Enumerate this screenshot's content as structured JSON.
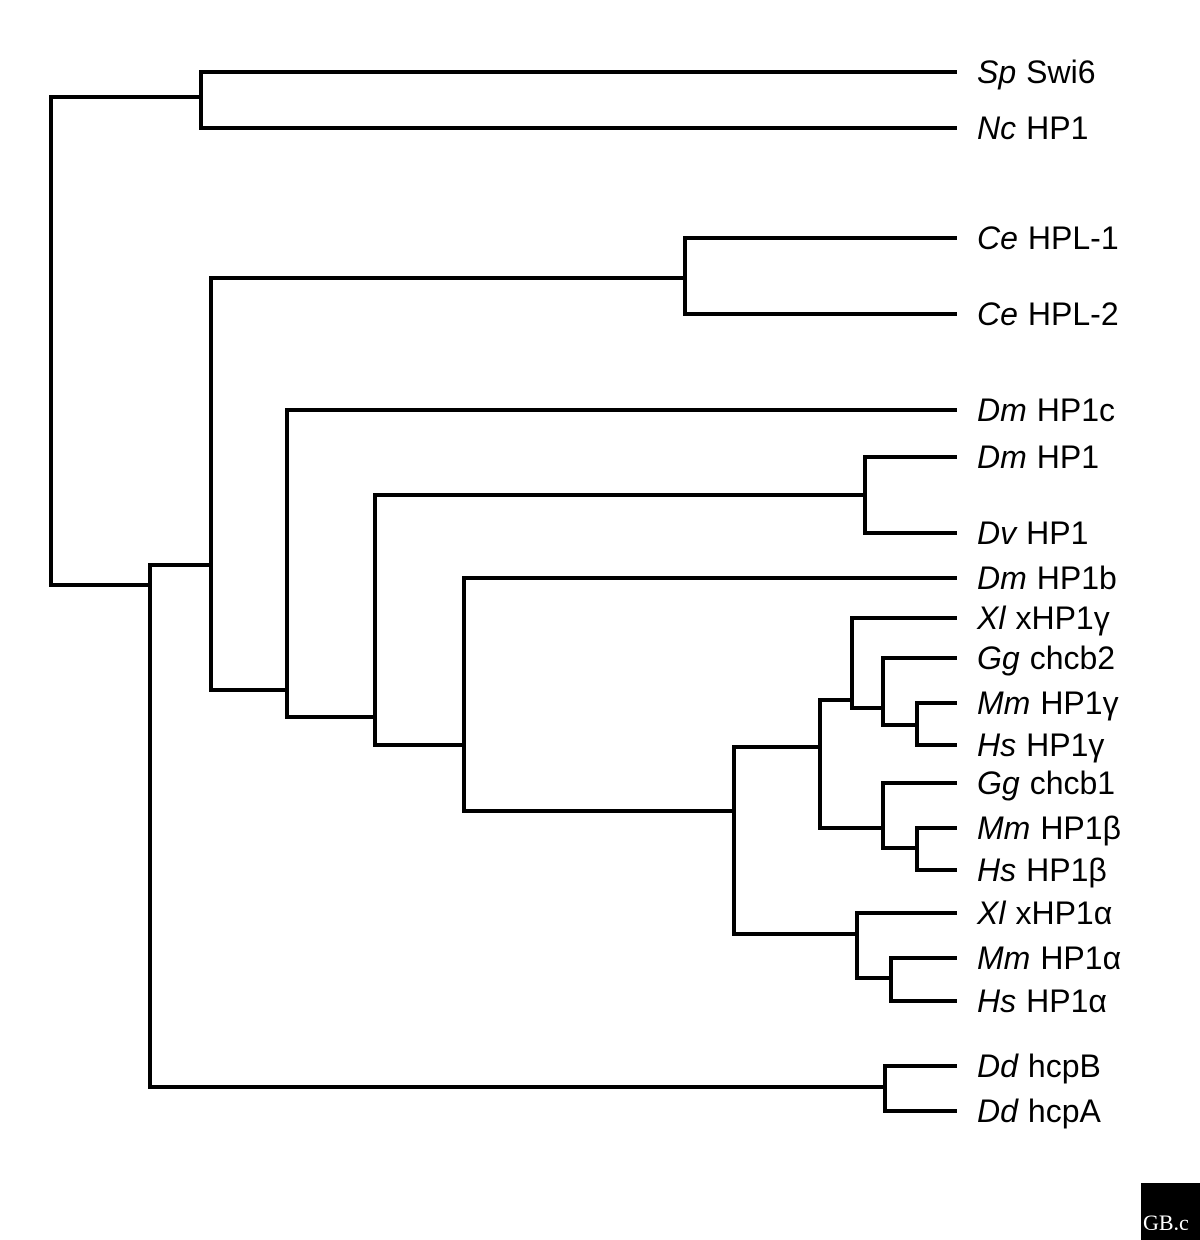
{
  "tree": {
    "leaves": [
      {
        "species": "Sp",
        "gene": "Swi6"
      },
      {
        "species": "Nc",
        "gene": "HP1"
      },
      {
        "species": "Ce",
        "gene": "HPL-1"
      },
      {
        "species": "Ce",
        "gene": "HPL-2"
      },
      {
        "species": "Dm",
        "gene": "HP1c"
      },
      {
        "species": "Dm",
        "gene": "HP1"
      },
      {
        "species": "Dv",
        "gene": "HP1"
      },
      {
        "species": "Dm",
        "gene": "HP1b"
      },
      {
        "species": "Xl",
        "gene": "xHP1γ"
      },
      {
        "species": "Gg",
        "gene": "chcb2"
      },
      {
        "species": "Mm",
        "gene": "HP1γ"
      },
      {
        "species": "Hs",
        "gene": "HP1γ"
      },
      {
        "species": "Gg",
        "gene": "chcb1"
      },
      {
        "species": "Mm",
        "gene": "HP1β"
      },
      {
        "species": "Hs",
        "gene": "HP1β"
      },
      {
        "species": "Xl",
        "gene": "xHP1α"
      },
      {
        "species": "Mm",
        "gene": "HP1α"
      },
      {
        "species": "Hs",
        "gene": "HP1α"
      },
      {
        "species": "Dd",
        "gene": "hcpB"
      },
      {
        "species": "Dd",
        "gene": "hcpA"
      }
    ]
  },
  "logo": {
    "text": "GB.c"
  },
  "colors": {
    "line": "#000000",
    "background": "#ffffff"
  }
}
